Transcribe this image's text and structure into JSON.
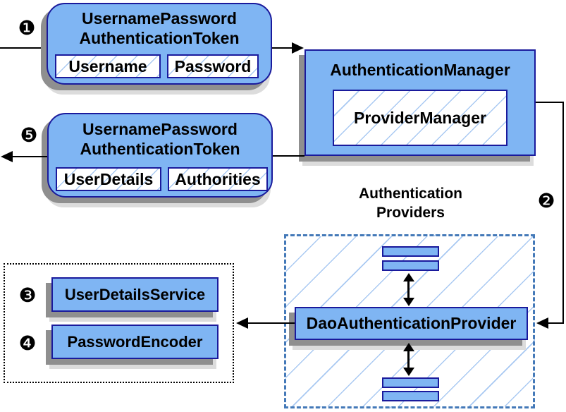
{
  "colors": {
    "node_fill": "#7FB5F3",
    "node_border": "#1A1A9C",
    "hatch_line": "#A9C9F2",
    "providers_border": "#4479B8",
    "shadow_dark": "#8F8F8F",
    "shadow_light": "#DCDCDC",
    "connector": "#000000"
  },
  "badges": {
    "step1": "❶",
    "step2": "❷",
    "step3": "❸",
    "step4": "❹",
    "step5": "❺"
  },
  "request_token": {
    "title_line1": "UsernamePassword",
    "title_line2": "AuthenticationToken",
    "field1": "Username",
    "field2": "Password"
  },
  "auth_manager": {
    "title": "AuthenticationManager",
    "inner": "ProviderManager"
  },
  "result_token": {
    "title_line1": "UsernamePassword",
    "title_line2": "AuthenticationToken",
    "field1": "UserDetails",
    "field2": "Authorities"
  },
  "providers": {
    "label_line1": "Authentication",
    "label_line2": "Providers",
    "dao": "DaoAuthenticationProvider"
  },
  "services": {
    "user_details_service": "UserDetailsService",
    "password_encoder": "PasswordEncoder"
  }
}
